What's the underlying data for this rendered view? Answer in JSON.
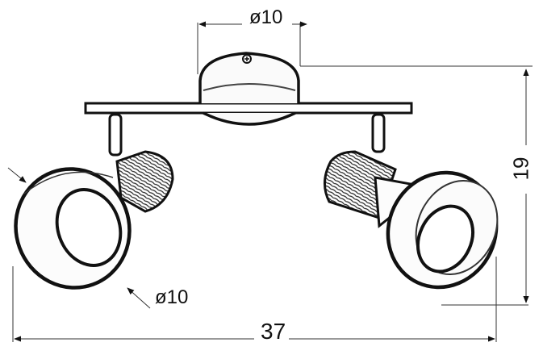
{
  "drawing": {
    "subject": "Two-spot ceiling lamp technical sketch",
    "line_color": "#111111",
    "background": "#ffffff"
  },
  "dimensions": {
    "canopy_diameter": "ø10",
    "shade_diameter": "ø10",
    "total_width": "37",
    "total_height": "19"
  },
  "parts": {
    "canopy": "round ceiling canopy with screw",
    "bar": "horizontal mounting bar",
    "left_spot": "left spotlight shade with wood-textured holder",
    "right_spot": "right spotlight shade with wood-textured holder"
  }
}
